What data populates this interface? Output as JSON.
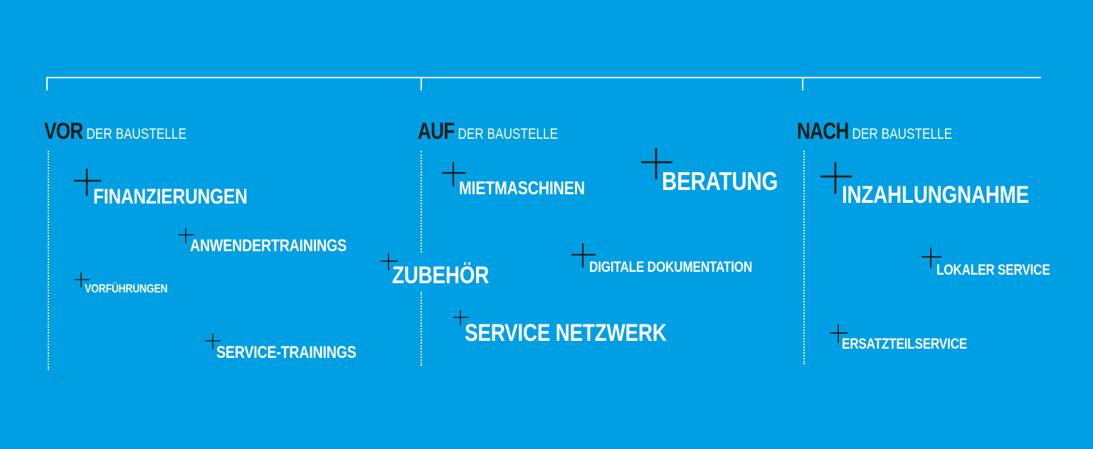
{
  "colors": {
    "background": "#009fe3",
    "lines": "#ffffff",
    "text": "#ffffff",
    "accent_dark": "#1d1d1b"
  },
  "phases": [
    {
      "strong": "VOR",
      "light": "DER BAUSTELLE"
    },
    {
      "strong": "AUF",
      "light": "DER BAUSTELLE"
    },
    {
      "strong": "NACH",
      "light": "DER BAUSTELLE"
    }
  ],
  "items": [
    {
      "label": "FINANZIERUNGEN",
      "icon": "plus-icon"
    },
    {
      "label": "ANWENDERTRAININGS",
      "icon": "plus-icon"
    },
    {
      "label": "VORFÜHRUNGEN",
      "icon": "plus-icon"
    },
    {
      "label": "SERVICE-TRAININGS",
      "icon": "plus-icon"
    },
    {
      "label": "ZUBEHÖR",
      "icon": "plus-icon"
    },
    {
      "label": "MIETMASCHINEN",
      "icon": "plus-icon"
    },
    {
      "label": "BERATUNG",
      "icon": "plus-icon"
    },
    {
      "label": "DIGITALE DOKUMENTATION",
      "icon": "plus-icon"
    },
    {
      "label": "SERVICE NETZWERK",
      "icon": "plus-icon"
    },
    {
      "label": "INZAHLUNGNAHME",
      "icon": "plus-icon"
    },
    {
      "label": "LOKALER SERVICE",
      "icon": "plus-icon"
    },
    {
      "label": "ERSATZTEILSERVICE",
      "icon": "plus-icon"
    }
  ]
}
